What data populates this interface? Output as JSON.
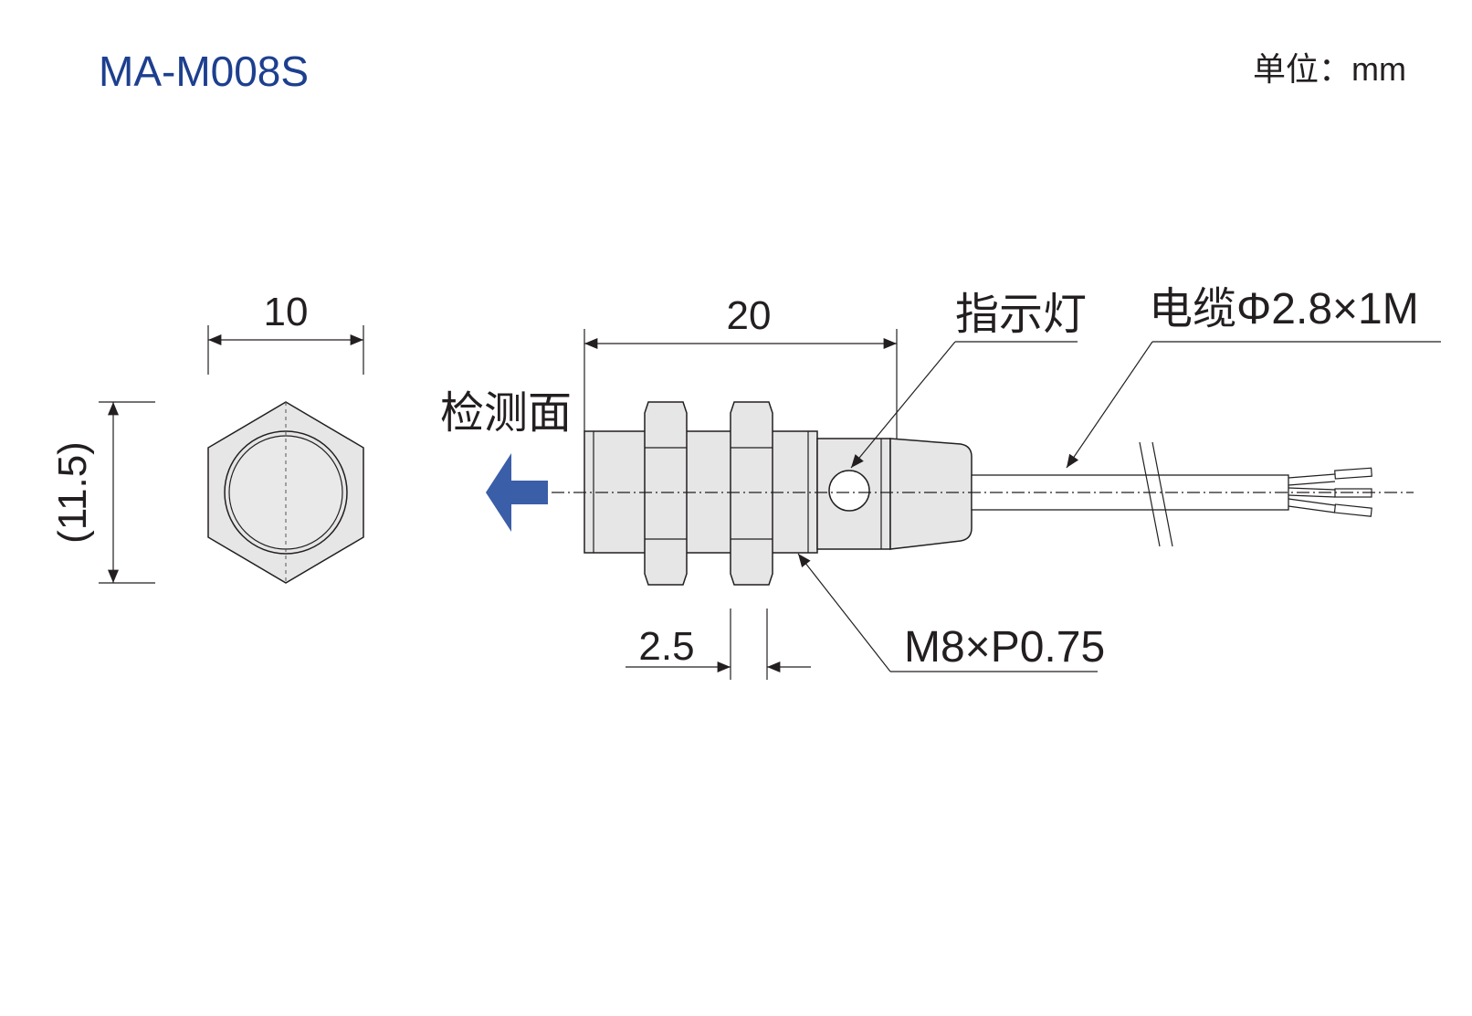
{
  "title": "MA-M008S",
  "unit_label": "单位：mm",
  "dimensions": {
    "width": "10",
    "height": "(11.5)",
    "length": "20",
    "nut_thickness": "2.5"
  },
  "callouts": {
    "detection_face": "检测面",
    "indicator": "指示灯",
    "cable": "电缆Φ2.8×1M",
    "thread": "M8×P0.75"
  },
  "colors": {
    "title": "#1d3f8f",
    "arrow": "#3a5ea8",
    "body": "#e6e6e6",
    "line": "#231f20"
  }
}
